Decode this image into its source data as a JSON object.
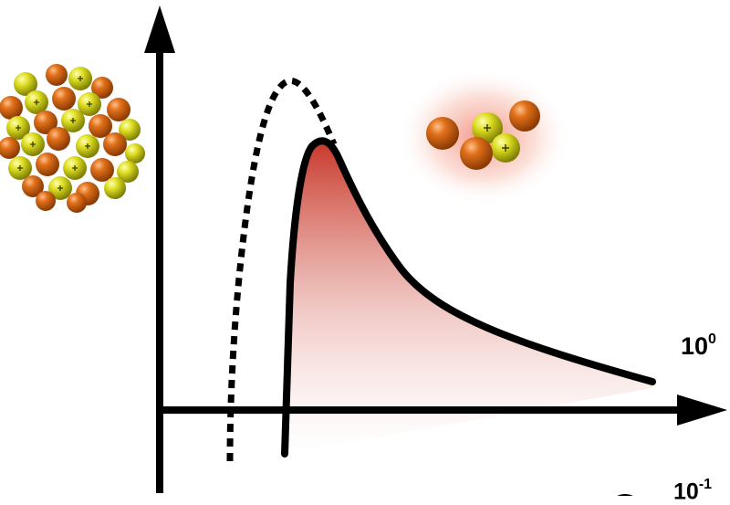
{
  "labels": {
    "tick_high_base": "10",
    "tick_high_exp": "0",
    "tick_low_base": "10",
    "tick_low_exp": "-1"
  },
  "colors": {
    "axis": "#000000",
    "fill_top": "#c8372a",
    "fill_bottom": "#ffffff",
    "atom_orange": "#d8620f",
    "atom_yellow": "#d9d91c",
    "halo": "#f4a48f"
  },
  "icons": [
    "large-nanoparticle-icon",
    "small-cluster-icon",
    "circle-icon"
  ]
}
